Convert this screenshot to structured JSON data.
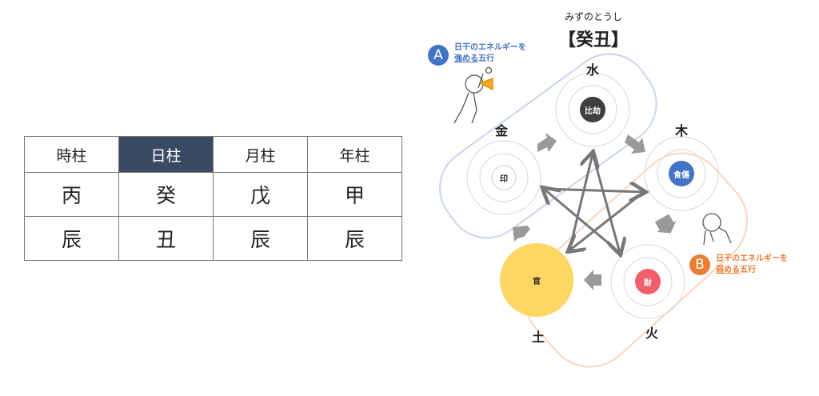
{
  "table": {
    "headers": [
      "時柱",
      "日柱",
      "月柱",
      "年柱"
    ],
    "highlight_index": 1,
    "rows": [
      [
        "丙",
        "癸",
        "戊",
        "甲"
      ],
      [
        "辰",
        "丑",
        "辰",
        "辰"
      ]
    ]
  },
  "diagram": {
    "reading": "みずのとうし",
    "title": "【癸丑】",
    "elements": {
      "water": "水",
      "metal": "金",
      "wood": "木",
      "fire": "火",
      "earth": "土"
    },
    "cores": {
      "water": "比劫",
      "metal": "印",
      "wood": "食傷",
      "fire": "財",
      "earth": "官"
    },
    "note_a": {
      "badge": "A",
      "line1": "日干のエネルギーを",
      "line2_u": "強める",
      "line2": "五行",
      "color": "#4472c4"
    },
    "note_b": {
      "badge": "B",
      "line1": "日干のエネルギーを",
      "line2_u": "弱める",
      "line2": "五行",
      "color": "#ed7d31"
    }
  }
}
